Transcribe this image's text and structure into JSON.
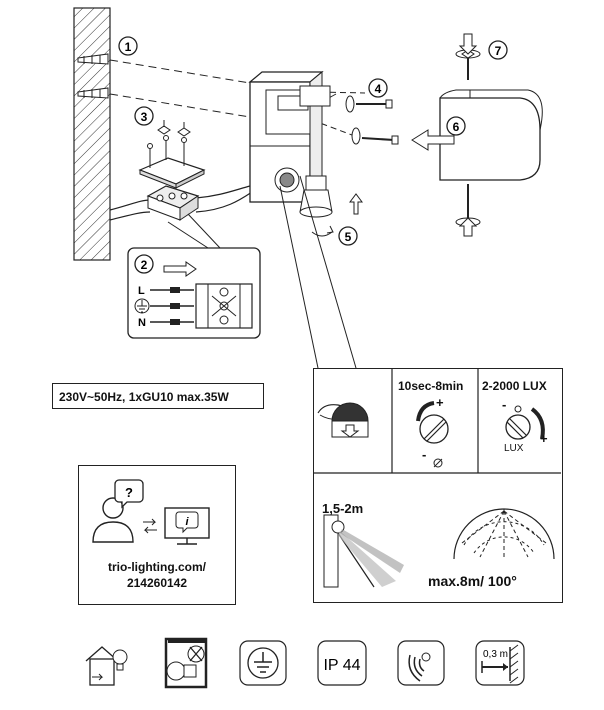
{
  "steps": [
    "1",
    "2",
    "3",
    "4",
    "5",
    "6",
    "7"
  ],
  "wiring": {
    "L": "L",
    "N": "N"
  },
  "spec": "230V~50Hz, 1xGU10 max.35W",
  "info_card": {
    "question_mark": "?",
    "url_line1": "trio-lighting.com/",
    "url_line2": "214260142",
    "info_letter": "i"
  },
  "sensor_panel": {
    "time_label": "10sec-8min",
    "lux_label": "2-2000 LUX",
    "lux_small": "LUX",
    "plus": "+",
    "minus": "-",
    "height_label": "1,5-2m",
    "range_label": "max.8m/ 100°"
  },
  "bottom_icons": {
    "ip_label": "IP 44",
    "distance_label": "0,3 m"
  }
}
